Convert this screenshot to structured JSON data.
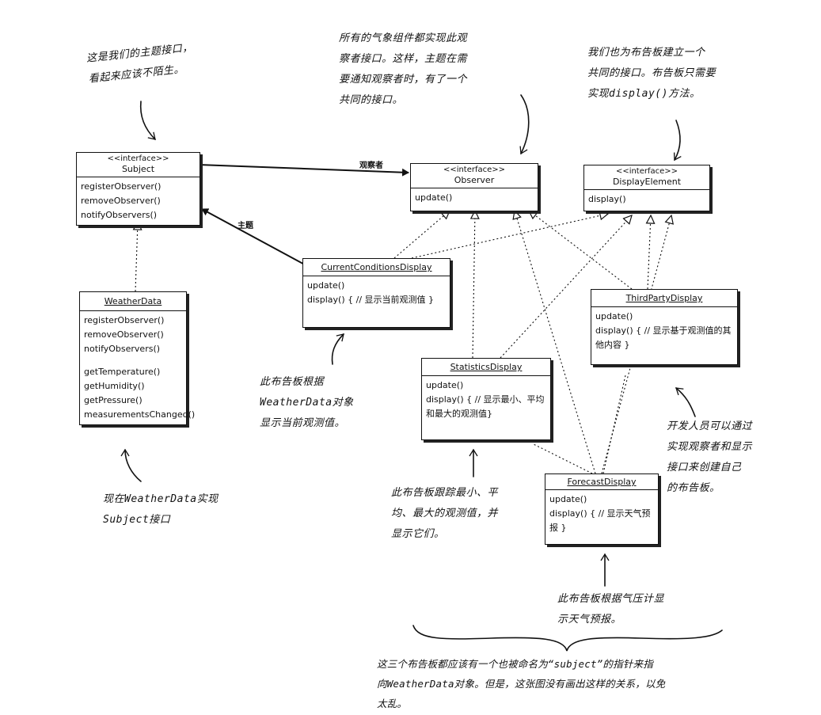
{
  "classes": {
    "subject": {
      "stereotype": "<<interface>>",
      "name": "Subject",
      "methods": [
        "registerObserver()",
        "removeObserver()",
        "notifyObservers()"
      ]
    },
    "observer": {
      "stereotype": "<<interface>>",
      "name": "Observer",
      "methods": [
        "update()"
      ]
    },
    "display_element": {
      "stereotype": "<<interface>>",
      "name": "DisplayElement",
      "methods": [
        "display()"
      ]
    },
    "weather_data": {
      "name": "WeatherData",
      "methods": [
        "registerObserver()",
        "removeObserver()",
        "notifyObservers()"
      ],
      "methods2": [
        "getTemperature()",
        "getHumidity()",
        "getPressure()",
        "measurementsChanged()"
      ]
    },
    "current_conditions": {
      "name": "CurrentConditionsDisplay",
      "methods": [
        "update()",
        "display() { // 显示当前观测值 }"
      ]
    },
    "third_party": {
      "name": "ThirdPartyDisplay",
      "methods": [
        "update()",
        "display() { // 显示基于观测值的其他内容 }"
      ]
    },
    "statistics": {
      "name": "StatisticsDisplay",
      "methods": [
        "update()",
        "display() { // 显示最小、平均和最大的观测值}"
      ]
    },
    "forecast": {
      "name": "ForecastDisplay",
      "methods": [
        "update()",
        "display() { // 显示天气预报 }"
      ]
    }
  },
  "edges": {
    "observers_label": "观察者",
    "subject_label": "主题"
  },
  "notes": {
    "subject_note": [
      "这是我们的主题接口，",
      "看起来应该不陌生。"
    ],
    "observer_note": [
      "所有的气象组件都实现此观",
      "察者接口。这样，主题在需",
      "要通知观察者时，有了一个",
      "共同的接口。"
    ],
    "display_note": [
      "我们也为布告板建立一个",
      "共同的接口。布告板只需要",
      "实现display()方法。"
    ],
    "weather_note": [
      "现在WeatherData实现",
      "Subject接口"
    ],
    "current_note": [
      "此布告板根据",
      "WeatherData对象",
      "显示当前观测值。"
    ],
    "stats_note": [
      "此布告板跟踪最小、平",
      "均、最大的观测值，并",
      "显示它们。"
    ],
    "third_note": [
      "开发人员可以通过",
      "实现观察者和显示",
      "接口来创建自己",
      "的布告板。"
    ],
    "forecast_note": [
      "此布告板根据气压计显",
      "示天气预报。"
    ],
    "bottom_note": [
      "这三个布告板都应该有一个也被命名为“subject”的指针来指",
      "向WeatherData对象。但是，这张图没有画出这样的关系，以免",
      "太乱。"
    ]
  }
}
